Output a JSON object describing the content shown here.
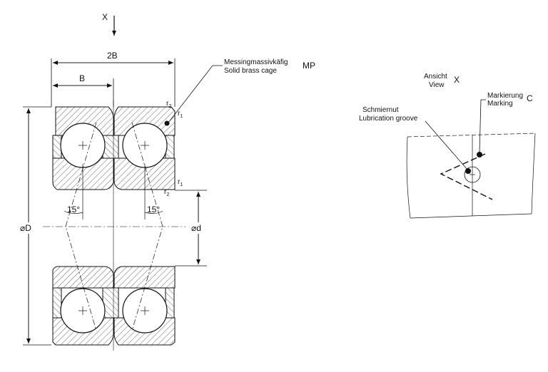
{
  "labels": {
    "view_arrow": "X",
    "dim_2B": "2B",
    "dim_B": "B",
    "cage_de": "Messingmassivkäfig",
    "cage_en": "Solid brass cage",
    "cage_code": "MP",
    "r2_top": "r",
    "r2_top_sub": "2",
    "r1_top": "r",
    "r1_top_sub": "1",
    "r1_mid": "r",
    "r1_mid_sub": "1",
    "r2_mid": "r",
    "r2_mid_sub": "2",
    "angle_left": "15°",
    "angle_right": "15°",
    "dia_D": "⌀D",
    "dia_d": "⌀d",
    "view_de": "Ansicht",
    "view_en": "View",
    "view_letter": "X",
    "lub_de": "Schmiernut",
    "lub_en": "Lubrication groove",
    "mark_de": "Markierung",
    "mark_en": "Marking",
    "mark_code": "C"
  }
}
